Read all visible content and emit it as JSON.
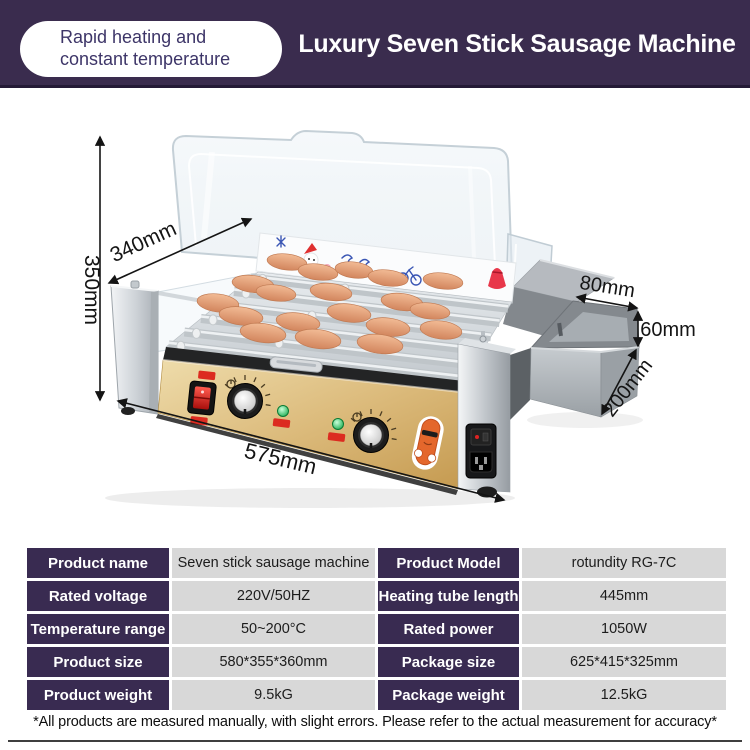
{
  "banner": {
    "badge": {
      "line1": "Rapid heating and",
      "line2": "constant temperature"
    },
    "title": "Luxury Seven Stick Sausage Machine"
  },
  "dimension_labels": {
    "height": "350mm",
    "depth": "340mm",
    "width": "575mm",
    "drawer_top_width": "80mm",
    "drawer_front_height": "60mm",
    "drawer_side_depth": "200mm"
  },
  "spec_table": {
    "rows": [
      {
        "label1": "Product name",
        "value1": "Seven stick sausage machine",
        "label2": "Product Model",
        "value2": "rotundity RG-7C"
      },
      {
        "label1": "Rated voltage",
        "value1": "220V/50HZ",
        "label2": "Heating tube length",
        "value2": "445mm"
      },
      {
        "label1": "Temperature range",
        "value1": "50~200°C",
        "label2": "Rated power",
        "value2": "1050W"
      },
      {
        "label1": "Product size",
        "value1": "580*355*360mm",
        "label2": "Package size",
        "value2": "625*415*325mm"
      },
      {
        "label1": "Product weight",
        "value1": "9.5kG",
        "label2": "Package weight",
        "value2": "12.5kG"
      }
    ]
  },
  "footnote": "*All products are measured manually, with slight errors. Please refer to the actual measurement for accuracy*",
  "colors": {
    "banner_bg": "#3a2c4e",
    "table_header_bg": "#392b51",
    "table_value_bg": "#d8d8d8",
    "badge_text": "#3d3568",
    "accent_gold": "#d7b06a",
    "indicator_green": "#0ca344",
    "switch_red": "#c3151b"
  }
}
